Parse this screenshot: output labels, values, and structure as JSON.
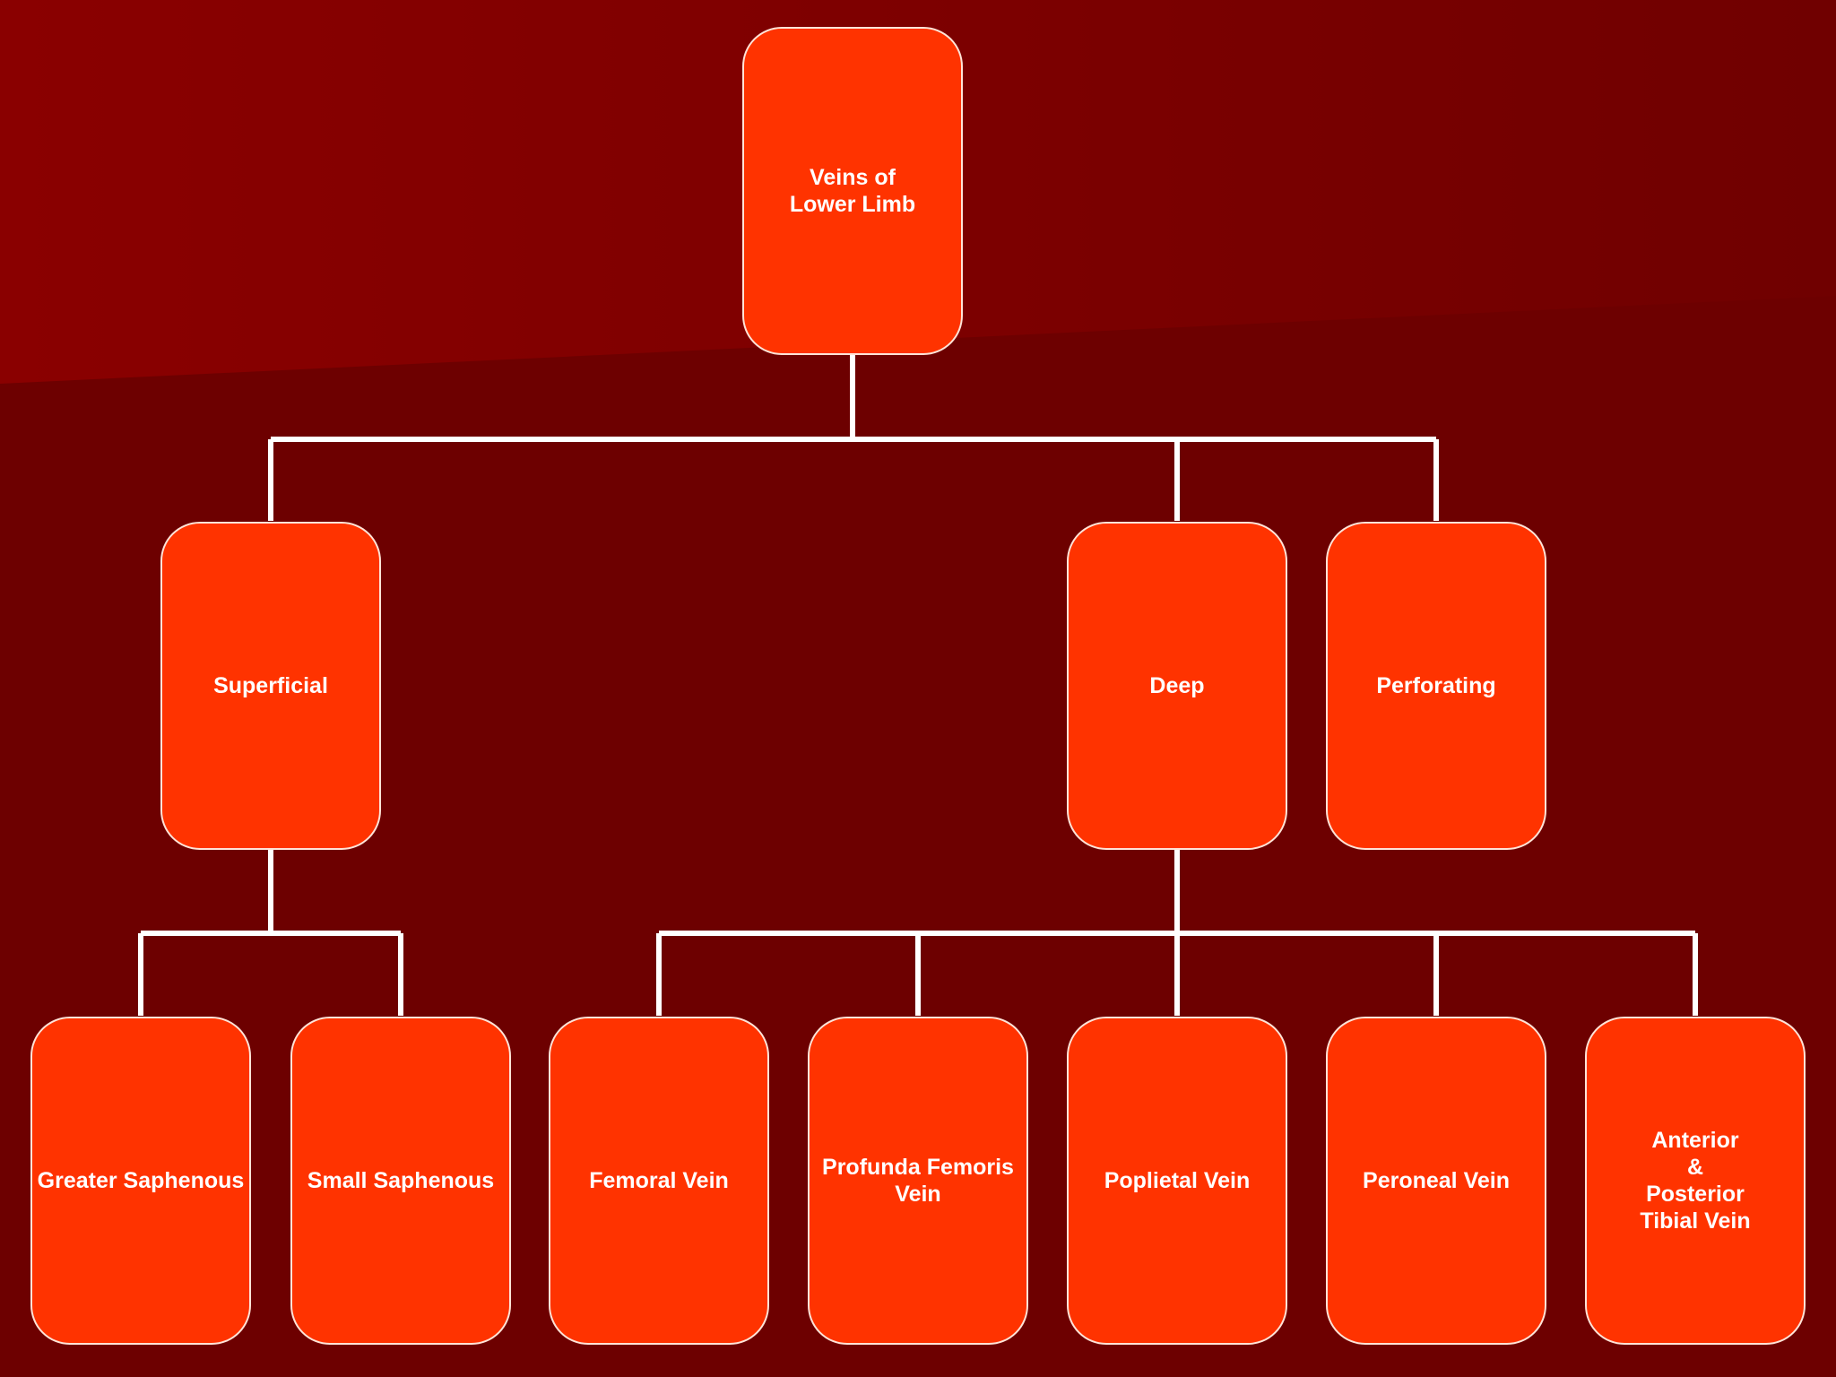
{
  "colors": {
    "background": "#6d0000",
    "background_highlight": "#8a0000",
    "node_fill": "#ff3300",
    "node_border": "#ffe4d8",
    "connector": "#ffffff",
    "text": "#ffffff"
  },
  "diagram": {
    "root": {
      "label": "Veins of\nLower Limb"
    },
    "categories": [
      {
        "label": "Superficial"
      },
      {
        "label": "Deep"
      },
      {
        "label": "Perforating"
      }
    ],
    "leaves": [
      {
        "label": "Greater Saphenous",
        "parent": "Superficial"
      },
      {
        "label": "Small Saphenous",
        "parent": "Superficial"
      },
      {
        "label": "Femoral Vein",
        "parent": "Deep"
      },
      {
        "label": "Profunda Femoris\nVein",
        "parent": "Deep"
      },
      {
        "label": "Poplietal Vein",
        "parent": "Deep"
      },
      {
        "label": "Peroneal Vein",
        "parent": "Deep"
      },
      {
        "label": "Anterior\n&\nPosterior\nTibial Vein",
        "parent": "Deep"
      }
    ]
  }
}
